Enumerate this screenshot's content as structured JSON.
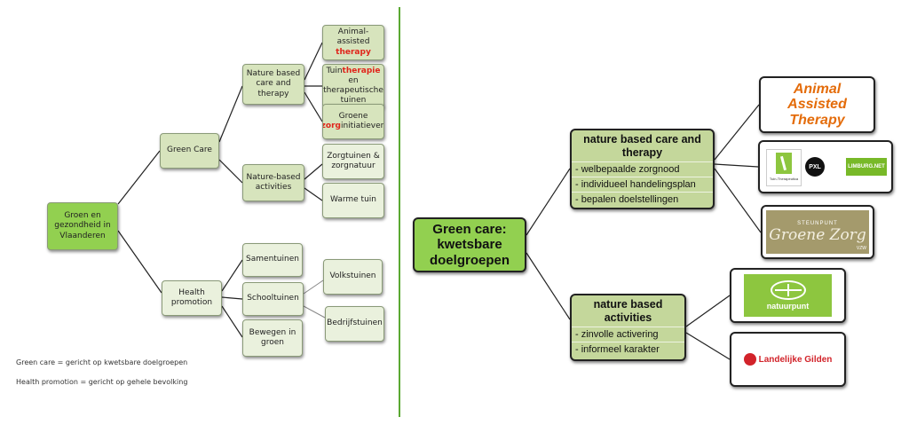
{
  "left_tree": {
    "root": "Groen en gezondheid in Vlaanderen",
    "green_care": "Green Care",
    "health_promotion": "Health promotion",
    "nature_care": "Nature based care and therapy",
    "nature_activities": "Nature-based activities",
    "animal_pre": "Animal-assisted",
    "animal_red": "therapy",
    "tuin_pre": "Tuin",
    "tuin_red": "therapie",
    "tuin_post": " en therapeutische tuinen",
    "groene_pre": "Groene ",
    "groene_red": "zorg",
    "groene_post": "initiatieven",
    "zorgtuinen": "Zorgtuinen & zorgnatuur",
    "warme": "Warme tuin",
    "samentuinen": "Samentuinen",
    "schooltuinen": "Schooltuinen",
    "bewegen": "Bewegen in groen",
    "volkstuinen": "Volkstuinen",
    "bedrijfstuinen": "Bedrijfstuinen"
  },
  "notes": {
    "green_care": "Green care = gericht op kwetsbare doelgroepen",
    "health_promotion": "Health promotion = gericht op gehele bevolking"
  },
  "right_tree": {
    "root": "Green care: kwetsbare doelgroepen",
    "care": {
      "title": "nature based care and therapy",
      "bullets": [
        "welbepaalde zorgnood",
        "individueel handelingsplan",
        "bepalen doelstellingen"
      ]
    },
    "activities": {
      "title": "nature based activities",
      "bullets": [
        "zinvolle activering",
        "informeel karakter"
      ]
    },
    "logos": {
      "animal": "Animal Assisted Therapy",
      "pxl": "PXL",
      "limburg": "LIMBURG.NET",
      "tt": "Tuin-Therapeutica",
      "steunpunt": "STEUNPUNT",
      "groene_zorg": "Groene Zorg",
      "vzw": "VZW",
      "natuurpunt": "natuurpunt",
      "landelijke": "Landelijke Gilden"
    }
  },
  "colors": {
    "pale_box": "#eaf1dd",
    "mid_box": "#d7e4bd",
    "bright_green": "#92d050",
    "divider": "#5aa832",
    "highlight_red": "#e0251b",
    "animal_orange": "#e46c0a"
  }
}
